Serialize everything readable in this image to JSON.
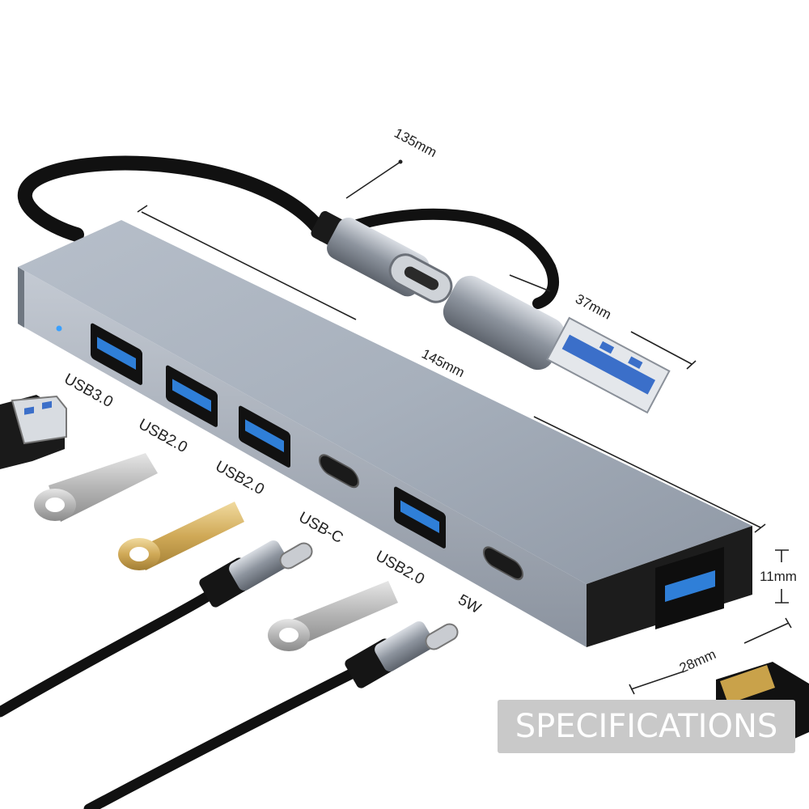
{
  "dimensions": {
    "cable_length": "135mm",
    "hub_length": "145mm",
    "connector_length": "37mm",
    "hub_height": "11mm",
    "hub_width": "28mm"
  },
  "ports": [
    {
      "label": "USB3.0"
    },
    {
      "label": "USB2.0"
    },
    {
      "label": "USB2.0"
    },
    {
      "label": "USB-C"
    },
    {
      "label": "USB2.0"
    },
    {
      "label": "5W"
    }
  ],
  "badge": {
    "text": "SPECIFICATIONS"
  },
  "colors": {
    "aluminum": "#9aa3b0",
    "cable": "#111111",
    "usb_blue": "#2f7fd8",
    "badge": "#c9c9c9",
    "gold": "#c9a24a"
  }
}
